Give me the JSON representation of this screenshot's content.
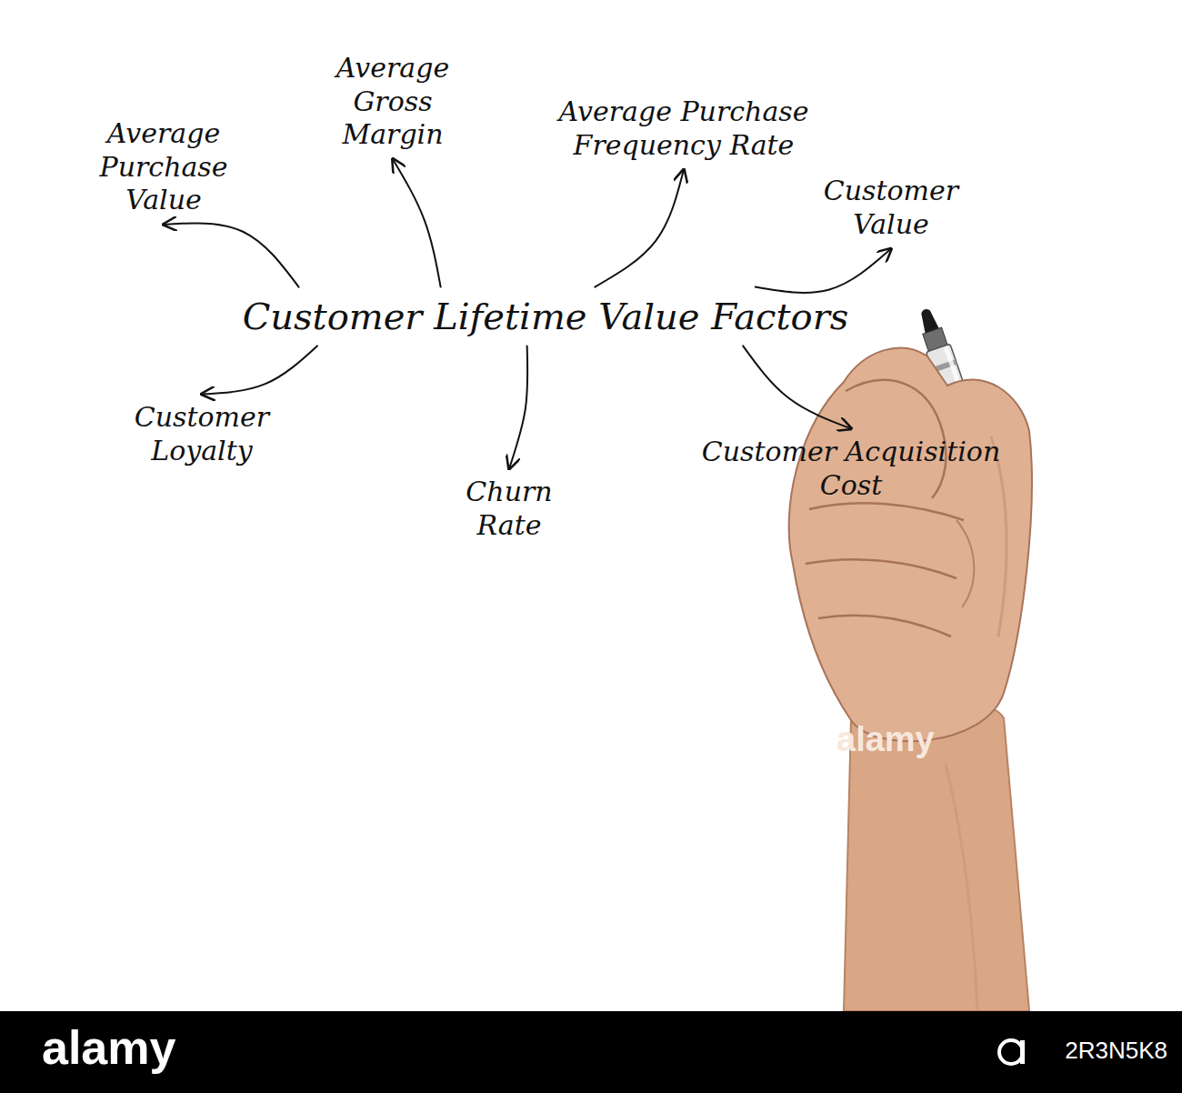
{
  "diagram": {
    "nodes": [
      {
        "text": [
          "Average Purchase Value"
        ]
      },
      {
        "text": [
          "Average Gross Margin"
        ]
      },
      {
        "text": [
          "Average Purchase Frequency Rate"
        ]
      },
      {
        "text": [
          "Customer Value"
        ]
      },
      {
        "text": [
          "Customer Lifetime Value Factors"
        ]
      },
      {
        "text": [
          "Customer Loyalty"
        ]
      },
      {
        "text": [
          "Churn Rate"
        ]
      },
      {
        "text": [
          "Customer Acquisition Cost"
        ]
      }
    ],
    "edges": [
      {
        "from": 4,
        "to": 0,
        "arrow": "to"
      },
      {
        "from": 4,
        "to": 1,
        "arrow": "to"
      },
      {
        "from": 4,
        "to": 2,
        "arrow": "to"
      },
      {
        "from": 4,
        "to": 3,
        "arrow": "to"
      },
      {
        "from": 4,
        "to": 5,
        "arrow": "to"
      },
      {
        "from": 4,
        "to": 6,
        "arrow": "to"
      },
      {
        "from": 4,
        "to": 7,
        "arrow": "to"
      }
    ],
    "labels": [
      "alamy",
      "2R3N5K8",
      "alamy"
    ]
  }
}
